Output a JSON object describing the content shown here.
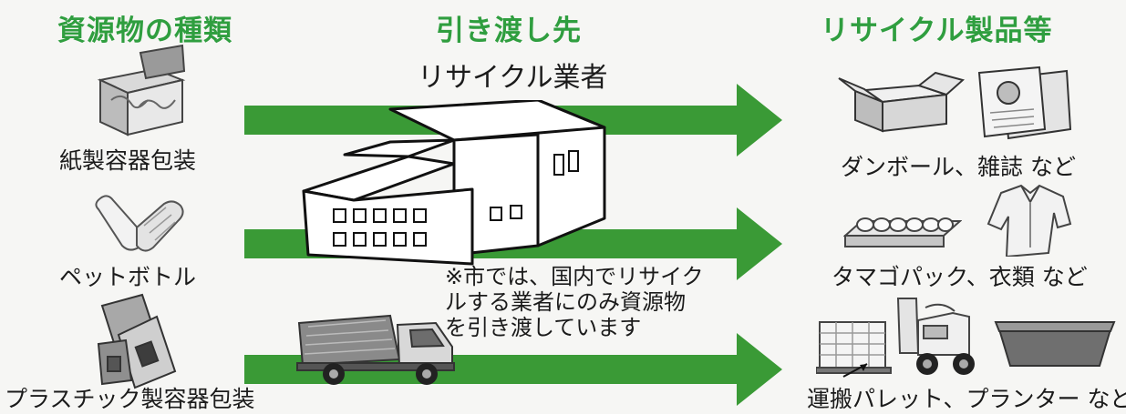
{
  "headers": {
    "sources": "資源物の種類",
    "destination": "引き渡し先",
    "products": "リサイクル製品等"
  },
  "destination_name": "リサイクル業者",
  "sources": [
    {
      "label": "紙製容器包装"
    },
    {
      "label": "ペットボトル"
    },
    {
      "label": "プラスチック製容器包装"
    }
  ],
  "products": [
    {
      "label": "ダンボール、雑誌 など"
    },
    {
      "label": "タマゴパック、衣類 など"
    },
    {
      "label": "運搬パレット、プランター など"
    }
  ],
  "note": {
    "line1": "※市では、国内でリサイク",
    "line2": "ルする業者にのみ資源物",
    "line3": "を引き渡しています"
  },
  "colors": {
    "header_green": "#2f9e3f",
    "arrow_green": "#3a9a36"
  },
  "icons": [
    "paper-container-icon",
    "pet-bottle-icon",
    "plastic-package-icon",
    "recycling-facility-icon",
    "garbage-truck-icon",
    "cardboard-box-icon",
    "magazine-icon",
    "egg-carton-icon",
    "clothing-icon",
    "pallet-forklift-icon",
    "planter-icon"
  ]
}
